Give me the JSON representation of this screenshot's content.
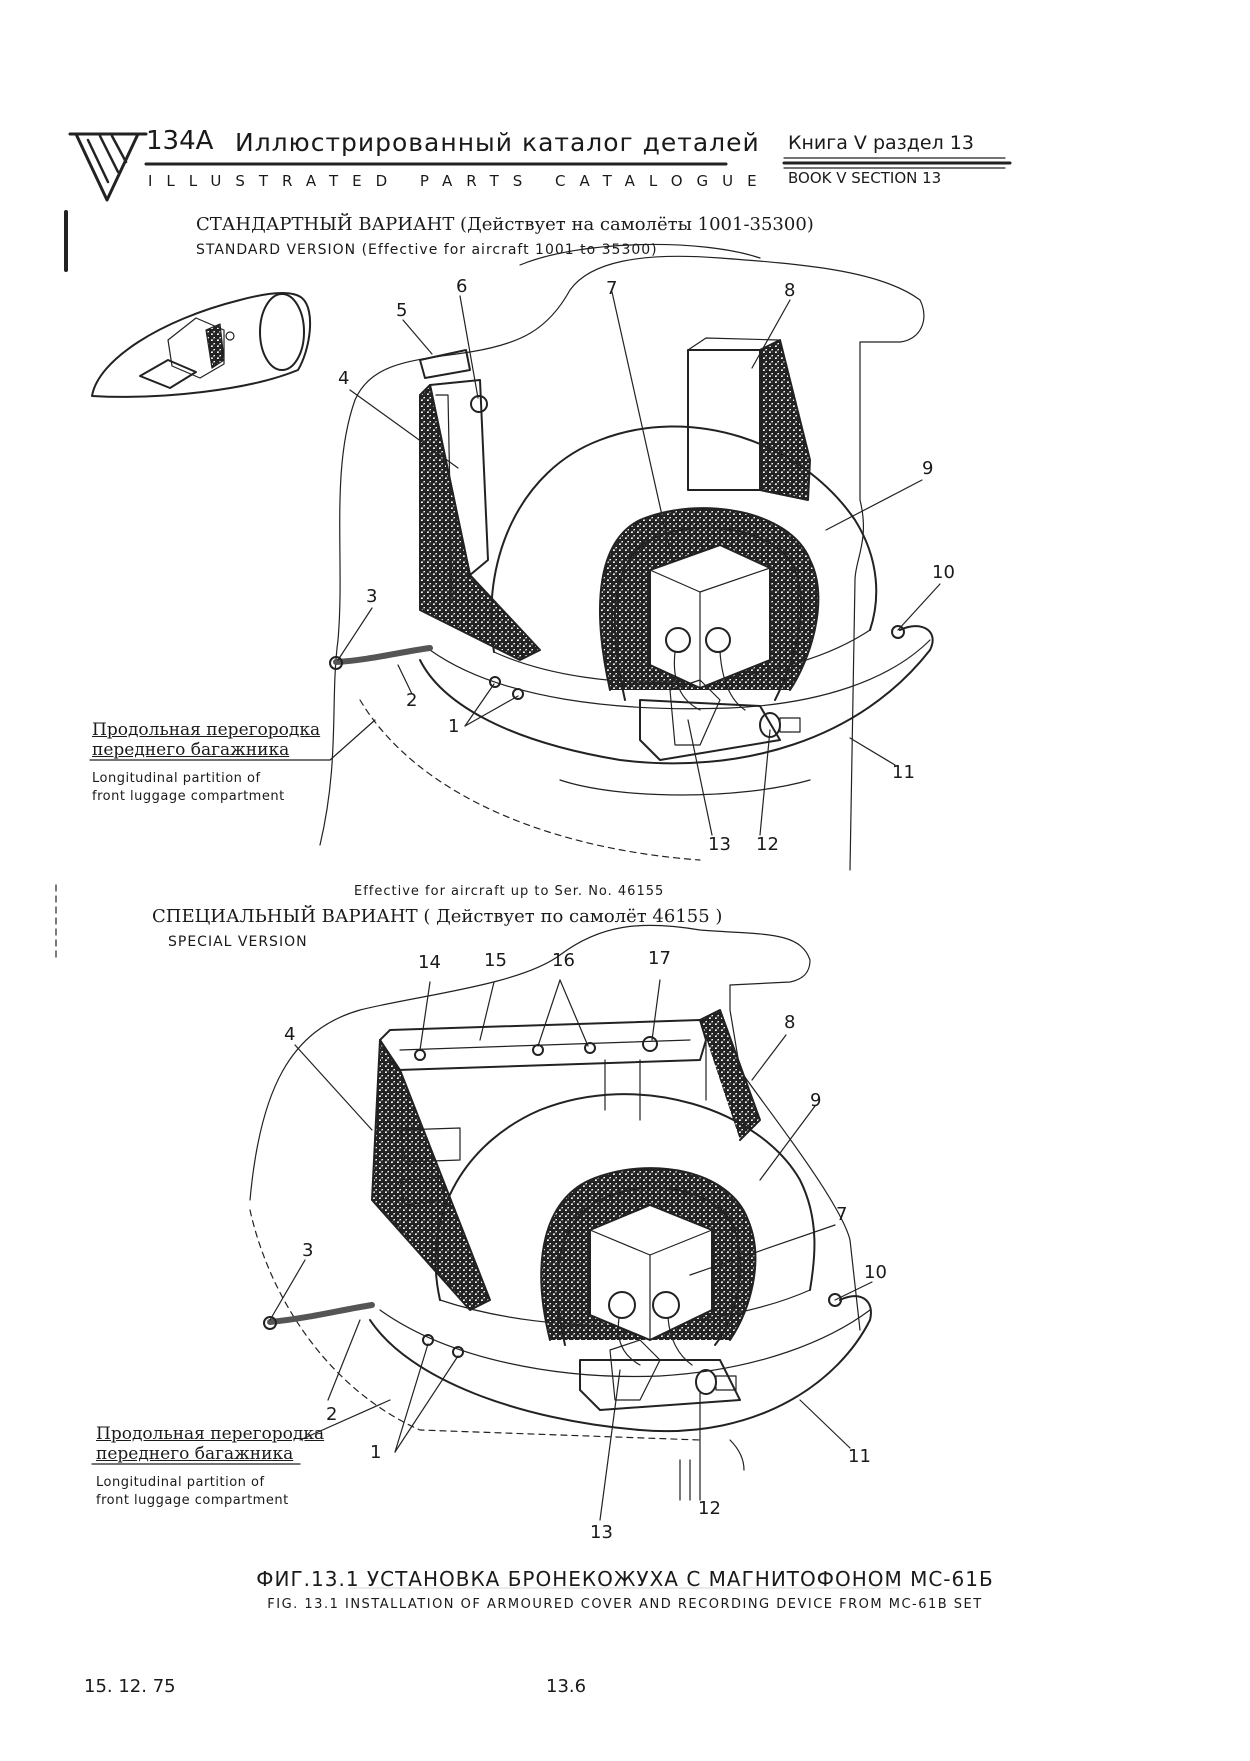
{
  "header": {
    "model": "134A",
    "title_ru": "Иллюстрированный каталог деталей",
    "title_en": "ILLUSTRATED PARTS CATALOGUE",
    "book_ru": "Книга V раздел 13",
    "book_en": "BOOK V SECTION 13"
  },
  "standard": {
    "title_ru": "СТАНДАРТНЫЙ ВАРИАНТ (Действует на самолёты 1001-35300)",
    "title_en": "STANDARD VERSION (Effective for aircraft 1001 to 35300)",
    "partition_ru_1": "Продольная перегородка",
    "partition_ru_2": "переднего багажника",
    "partition_en_1": "Longitudinal partition of",
    "partition_en_2": "front luggage compartment",
    "callouts": [
      "6",
      "7",
      "8",
      "5",
      "4",
      "9",
      "3",
      "10",
      "2",
      "1",
      "11",
      "13",
      "12"
    ]
  },
  "special": {
    "effective_en": "Effective for aircraft up to Ser. No. 46155",
    "title_ru": "СПЕЦИАЛЬНЫЙ ВАРИАНТ ( Действует по самолёт 46155 )",
    "title_en": "SPECIAL VERSION",
    "partition_ru_1": "Продольная перегородка",
    "partition_ru_2": "переднего багажника",
    "partition_en_1": "Longitudinal partition of",
    "partition_en_2": "front luggage compartment",
    "callouts": [
      "14",
      "15",
      "16",
      "17",
      "4",
      "8",
      "9",
      "7",
      "3",
      "10",
      "2",
      "1",
      "11",
      "12",
      "13"
    ]
  },
  "figure": {
    "caption_ru": "ФИГ.13.1 УСТАНОВКА БРОНЕКОЖУХА С МАГНИТОФОНОМ МС-61Б",
    "caption_en": "FIG. 13.1 INSTALLATION OF ARMOURED COVER AND RECORDING DEVICE FROM MC-61B SET"
  },
  "footer": {
    "date": "15. 12. 75",
    "page": "13.6"
  }
}
